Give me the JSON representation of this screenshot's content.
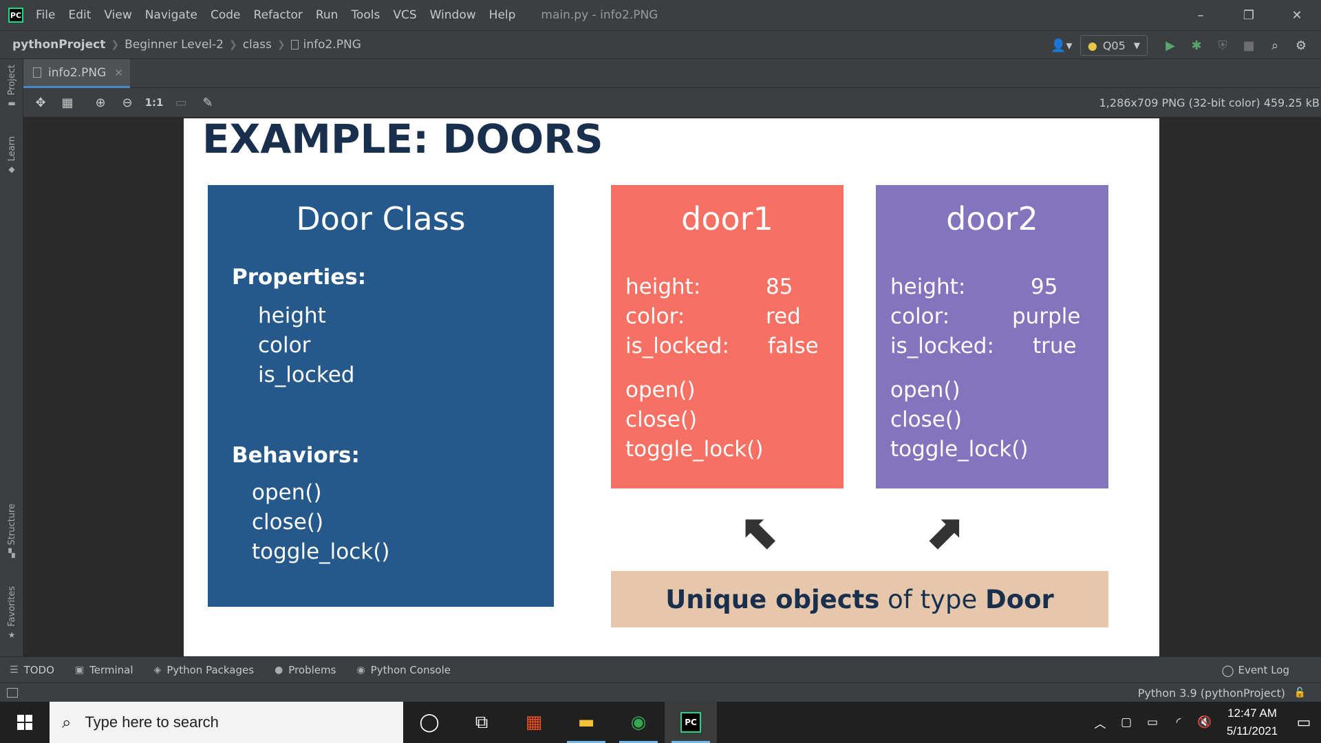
{
  "app": {
    "logo_text": "PC",
    "menu": [
      "File",
      "Edit",
      "View",
      "Navigate",
      "Code",
      "Refactor",
      "Run",
      "Tools",
      "VCS",
      "Window",
      "Help"
    ],
    "window_title": "main.py - info2.PNG"
  },
  "window_controls": {
    "minimize": "–",
    "restore": "❐",
    "close": "✕"
  },
  "breadcrumb": [
    "pythonProject",
    "Beginner Level-2",
    "class",
    "info2.PNG"
  ],
  "toolbar": {
    "run_config": "Q05",
    "icons": [
      "user-icon",
      "run-icon",
      "debug-icon",
      "coverage-icon",
      "stop-icon",
      "search-icon",
      "settings-icon"
    ]
  },
  "left_tools": [
    "Project",
    "Learn",
    "Structure",
    "Favorites"
  ],
  "editor_tab": {
    "label": "info2.PNG",
    "close": "✕"
  },
  "image_toolbar": {
    "one_to_one": "1:1",
    "info": "1,286x709 PNG (32-bit color) 459.25 kB"
  },
  "slide": {
    "title": "EXAMPLE: DOORS",
    "class_card": {
      "title": "Door Class",
      "properties_label": "Properties:",
      "properties": [
        "height",
        "color",
        "is_locked"
      ],
      "behaviors_label": "Behaviors:",
      "behaviors": [
        "open()",
        "close()",
        "toggle_lock()"
      ],
      "color": "#26598b"
    },
    "objects": [
      {
        "title": "door1",
        "color": "#f67064",
        "props": [
          {
            "key": "height:",
            "value": "85"
          },
          {
            "key": "color:",
            "value": "red"
          },
          {
            "key": "is_locked:",
            "value": "false"
          }
        ],
        "methods": [
          "open()",
          "close()",
          "toggle_lock()"
        ]
      },
      {
        "title": "door2",
        "color": "#8474be",
        "props": [
          {
            "key": "height:",
            "value": "95"
          },
          {
            "key": "color:",
            "value": "purple"
          },
          {
            "key": "is_locked:",
            "value": "true"
          }
        ],
        "methods": [
          "open()",
          "close()",
          "toggle_lock()"
        ]
      }
    ],
    "caption": {
      "part1": "Unique ",
      "part2": "objects",
      "part3": " of type ",
      "part4": "Door"
    }
  },
  "bottom_tools": [
    "TODO",
    "Terminal",
    "Python Packages",
    "Problems",
    "Python Console"
  ],
  "event_log": "Event Log",
  "status": {
    "interpreter": "Python 3.9 (pythonProject)"
  },
  "taskbar": {
    "search_placeholder": "Type here to search",
    "time": "12:47 AM",
    "date": "5/11/2021"
  }
}
